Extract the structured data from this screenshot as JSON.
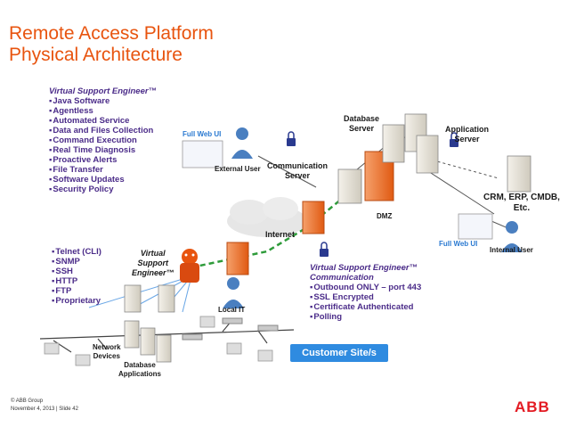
{
  "title": {
    "line1": "Remote Access Platform",
    "line2": "Physical Architecture"
  },
  "vse_block": {
    "heading": "Virtual Support Engineer™",
    "items": [
      "Java Software",
      "Agentless",
      "Automated Service",
      "Data and Files Collection",
      "Command Execution",
      "Real Time Diagnosis",
      "Proactive Alerts",
      "File Transfer",
      "Software Updates",
      "Security Policy"
    ]
  },
  "protocols": {
    "items": [
      "Telnet (CLI)",
      "SNMP",
      "SSH",
      "HTTP",
      "FTP",
      "Proprietary"
    ]
  },
  "comm_block": {
    "heading_line1": "Virtual Support Engineer™",
    "heading_line2": "Communication",
    "items": [
      "Outbound ONLY – port 443",
      "SSL Encrypted",
      "Certificate Authenticated",
      "Polling"
    ]
  },
  "labels": {
    "database_server": "Database\nServer",
    "application_server": "Application\nServer",
    "communication_server": "Communication\nServer",
    "external_user": "External User",
    "internal_user": "Internal User",
    "local_it": "Local IT",
    "dmz": "DMZ",
    "internet": "Internet",
    "crm": "CRM, ERP, CMDB,\nEtc.",
    "vse": "Virtual\nSupport\nEngineer™",
    "network_devices": "Network\nDevices",
    "database_applications": "Database\nApplications",
    "full_web_ui_left": "Full Web UI",
    "full_web_ui_right": "Full Web UI",
    "customer_site": "Customer Site/s"
  },
  "footer": {
    "line1": "© ABB Group",
    "line2": "November 4, 2013 | Slide 42"
  },
  "logo_text": "ABB",
  "colors": {
    "title": "#e8540f",
    "bullet_text": "#4b2c89",
    "accent_blue": "#2f8be0",
    "firewall": "#e8540f",
    "dashed_green": "#2e9b3a",
    "abb_red": "#e31b23"
  },
  "icons": [
    "server-icon",
    "firewall-icon",
    "user-icon",
    "lock-icon",
    "cloud-icon",
    "computer-icon",
    "network-device-icon",
    "robot-icon"
  ]
}
